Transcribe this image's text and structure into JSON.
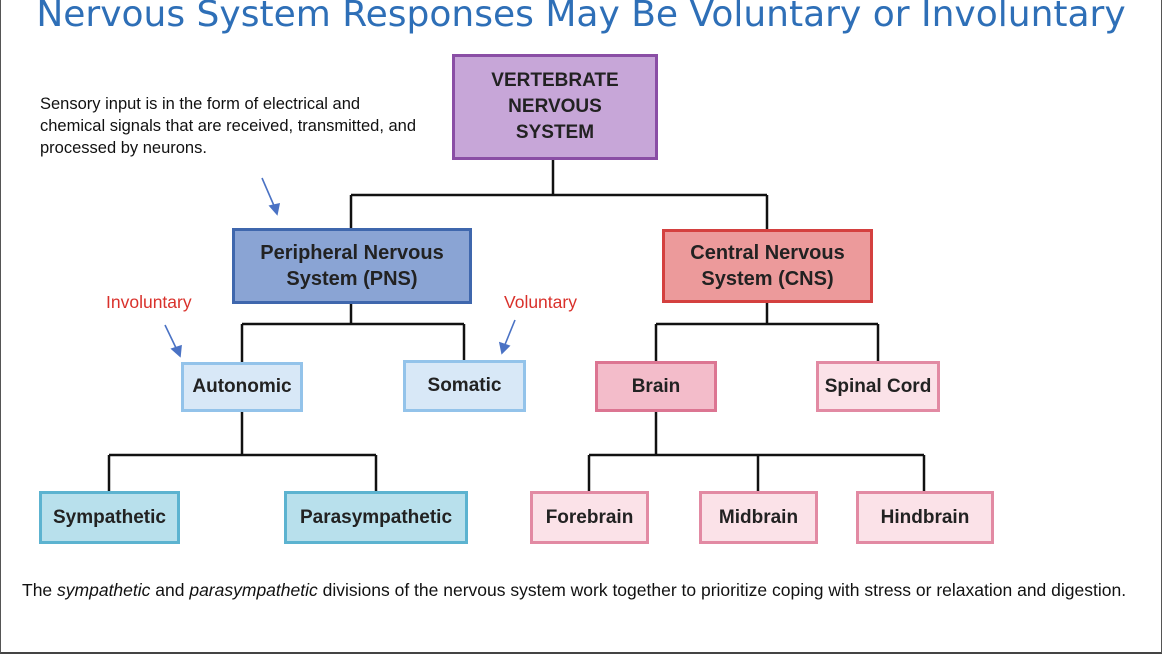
{
  "title": "Nervous System Responses May Be Voluntary or Involuntary",
  "note": "Sensory input is in the form of electrical and chemical signals that are received, transmitted, and processed by neurons.",
  "labels": {
    "involuntary": "Involuntary",
    "voluntary": "Voluntary"
  },
  "nodes": {
    "vns_line1": "VERTEBRATE",
    "vns_line2": "NERVOUS",
    "vns_line3": "SYSTEM",
    "pns_line1": "Peripheral Nervous",
    "pns_line2": "System (PNS)",
    "cns_line1": "Central Nervous",
    "cns_line2": "System (CNS)",
    "autonomic": "Autonomic",
    "somatic": "Somatic",
    "brain": "Brain",
    "spinal_cord": "Spinal Cord",
    "sympathetic": "Sympathetic",
    "parasympathetic": "Parasympathetic",
    "forebrain": "Forebrain",
    "midbrain": "Midbrain",
    "hindbrain": "Hindbrain"
  },
  "footer": {
    "t1": "The ",
    "t2": "sympathetic",
    "t3": " and ",
    "t4": "parasympathetic",
    "t5": " divisions of the nervous system work together to prioritize coping with stress or relaxation and digestion."
  },
  "colors": {
    "title": "#2e6fb7",
    "annotation": "#d9312b",
    "arrow": "#4a72c4"
  }
}
